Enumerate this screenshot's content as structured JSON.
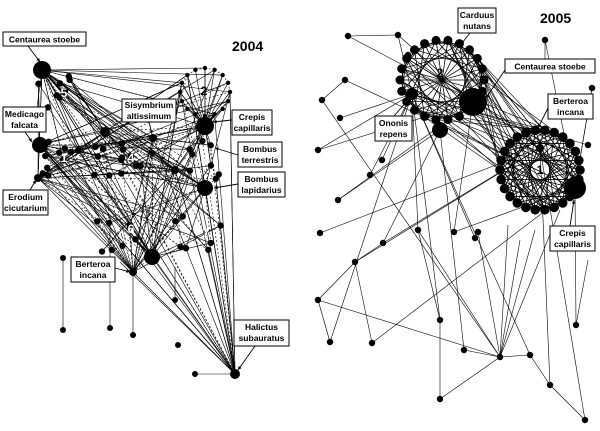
{
  "panels": [
    {
      "year": "2004",
      "modules": [
        "5",
        "2",
        "1",
        "4",
        "3",
        "6",
        "7"
      ],
      "labels": [
        {
          "lines": [
            "Centaurea stoebe"
          ]
        },
        {
          "lines": [
            "Medicago",
            "falcata"
          ]
        },
        {
          "lines": [
            "Sisymbrium",
            "altissimum"
          ]
        },
        {
          "lines": [
            "Crepis",
            "capillaris"
          ]
        },
        {
          "lines": [
            "Bombus",
            "terrestris"
          ]
        },
        {
          "lines": [
            "Bombus",
            "lapidarius"
          ]
        },
        {
          "lines": [
            "Erodium",
            "cicutarium"
          ]
        },
        {
          "lines": [
            "Berteroa",
            "incana"
          ]
        },
        {
          "lines": [
            "Halictus",
            "subauratus"
          ]
        }
      ]
    },
    {
      "year": "2005",
      "modules": [
        "2",
        "1"
      ],
      "labels": [
        {
          "lines": [
            "Carduus",
            "nutans"
          ]
        },
        {
          "lines": [
            "Centaurea stoebe"
          ]
        },
        {
          "lines": [
            "Ononis",
            "repens"
          ]
        },
        {
          "lines": [
            "Berteroa",
            "incana"
          ]
        },
        {
          "lines": [
            "Crepis",
            "capillaris"
          ]
        }
      ]
    }
  ]
}
